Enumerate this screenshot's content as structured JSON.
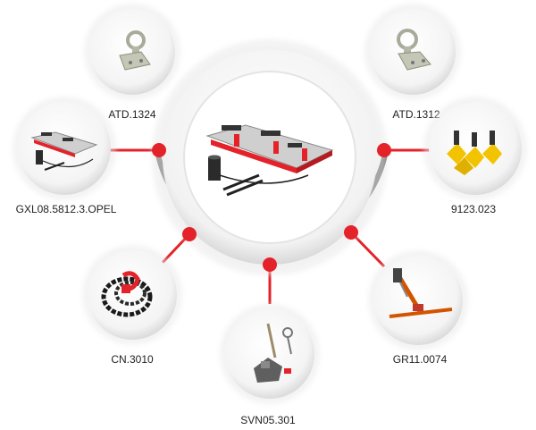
{
  "colors": {
    "accent": "#e32229",
    "ring": "#555555",
    "bubble_shadow": "#d2d2d2"
  },
  "products": [
    {
      "code": "ATD.1324",
      "icon": "eye-bolt-icon"
    },
    {
      "code": "ATD.1312",
      "icon": "eye-bolt-icon"
    },
    {
      "code": "GXL08.5812.3.OPEL",
      "icon": "bench-fixture-icon"
    },
    {
      "code": "9123.023",
      "icon": "yellow-clamps-icon"
    },
    {
      "code": "CN.3010",
      "icon": "chain-hook-icon"
    },
    {
      "code": "GR11.0074",
      "icon": "pull-arm-icon"
    },
    {
      "code": "SVN05.301",
      "icon": "puller-tower-icon"
    }
  ],
  "center": {
    "icon": "frame-bench-icon"
  }
}
